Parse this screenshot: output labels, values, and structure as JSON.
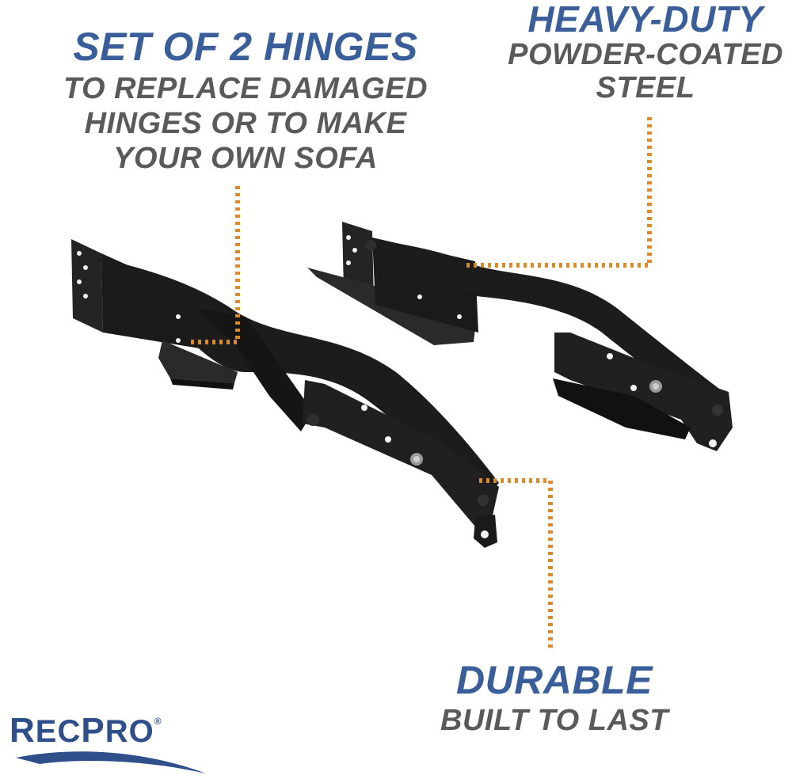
{
  "callouts": {
    "left": {
      "headline": "SET OF 2 HINGES",
      "line1": "TO REPLACE DAMAGED",
      "line2": "HINGES OR TO MAKE",
      "line3": "YOUR OWN SOFA"
    },
    "right": {
      "headline": "HEAVY-DUTY",
      "line1": "POWDER-COATED",
      "line2": "STEEL"
    },
    "bottom": {
      "headline": "DURABLE",
      "line1": "BUILT TO LAST"
    }
  },
  "brand": {
    "first_cap": "R",
    "first_rest": "EC",
    "second_cap": "P",
    "second_rest": "RO",
    "mark": "®"
  },
  "colors": {
    "headline": "#3a5e99",
    "subtext": "#5a5a5a",
    "leader_line": "#d98a2b",
    "hinge_metal": "#1c1c1c",
    "brand": "#2f4f8a"
  }
}
